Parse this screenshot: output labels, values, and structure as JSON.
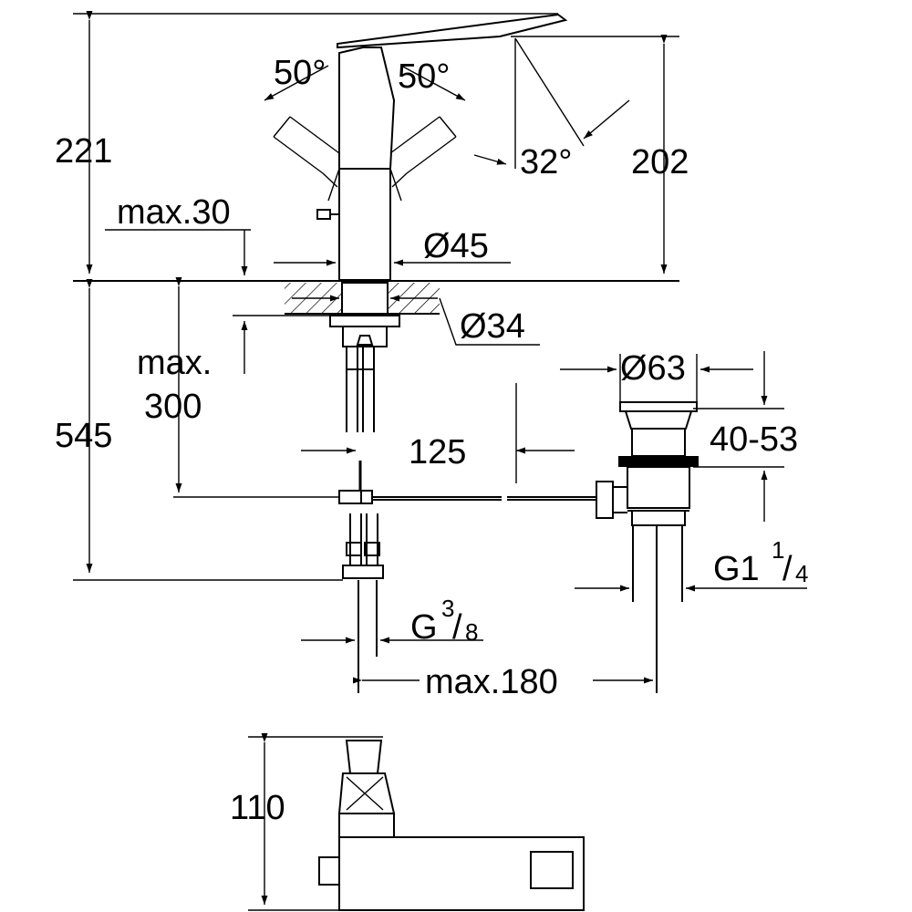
{
  "dimensions": {
    "angle_left": "50°",
    "angle_right": "50°",
    "angle_spout": "32°",
    "height_total": "221",
    "height_spout": "202",
    "max_30": "max.30",
    "dia_45": "Ø45",
    "dia_34": "Ø34",
    "max_label": "max.",
    "max_300": "300",
    "height_545": "545",
    "dia_63": "Ø63",
    "dist_125": "125",
    "range_40_53": "40-53",
    "thread_g1": "G1",
    "thread_g1_num": "1",
    "thread_g1_den": "4",
    "thread_g": "G",
    "thread_g_num": "3",
    "thread_g_den": "8",
    "max_180": "max.180",
    "height_110": "110"
  }
}
